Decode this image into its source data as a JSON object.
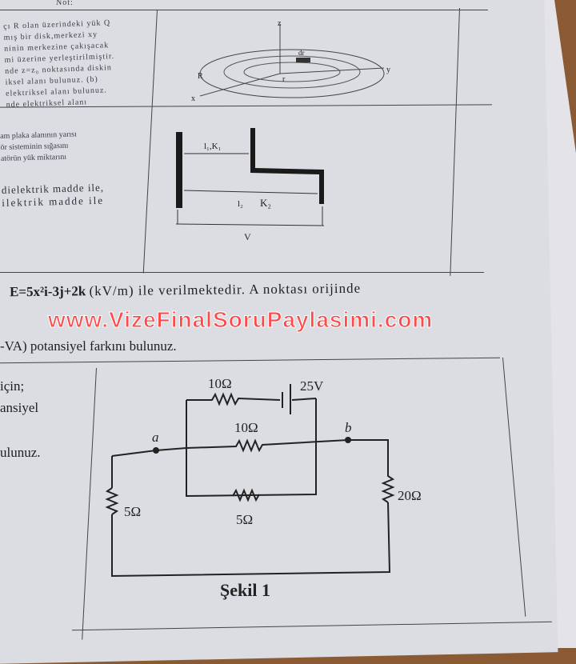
{
  "header": {
    "note": "Not:"
  },
  "q1": {
    "lines": [
      "çı R olan üzerindeki yük Q",
      "mış bir disk,merkezi xy",
      "ninin merkezine çakışacak",
      "mi üzerine yerleştirilmiştir.",
      "nde z=z₀ noktasında diskin",
      "iksel alanı bulunuz. (b)",
      "elektriksel alanı bulunuz.",
      "nde elektriksel alanı"
    ],
    "diagram": {
      "z": "z",
      "dr": "dr",
      "R": "R",
      "r": "r",
      "y": "y",
      "x": "x"
    }
  },
  "q2": {
    "lines": [
      "am plaka alanının yarısı",
      "ör sisteminin sığasını",
      "atörün yük miktarını",
      "dielektrik madde ile,",
      "ilektrik madde ile"
    ],
    "diagram": {
      "l1k1": "l₁,K₁",
      "l2": "l₂",
      "k2": "K₂",
      "v": "V"
    }
  },
  "q3": {
    "line1_bold": "E=5x²i-3j+2k",
    "line1_rest": "(kV/m) ile verilmektedir. A noktası orijinde",
    "line2": "-VA) potansiyel farkını bulunuz."
  },
  "q4": {
    "lines": [
      "için;",
      "ansiyel",
      "ulunuz."
    ],
    "circuit": {
      "r_top": "10Ω",
      "battery": "25V",
      "r_mid": "10Ω",
      "node_a": "a",
      "node_b": "b",
      "r_left": "5Ω",
      "r_bottom": "5Ω",
      "r_right": "20Ω",
      "caption": "Şekil 1"
    }
  },
  "watermark": "www.VizeFinalSoruPaylasimi.com"
}
